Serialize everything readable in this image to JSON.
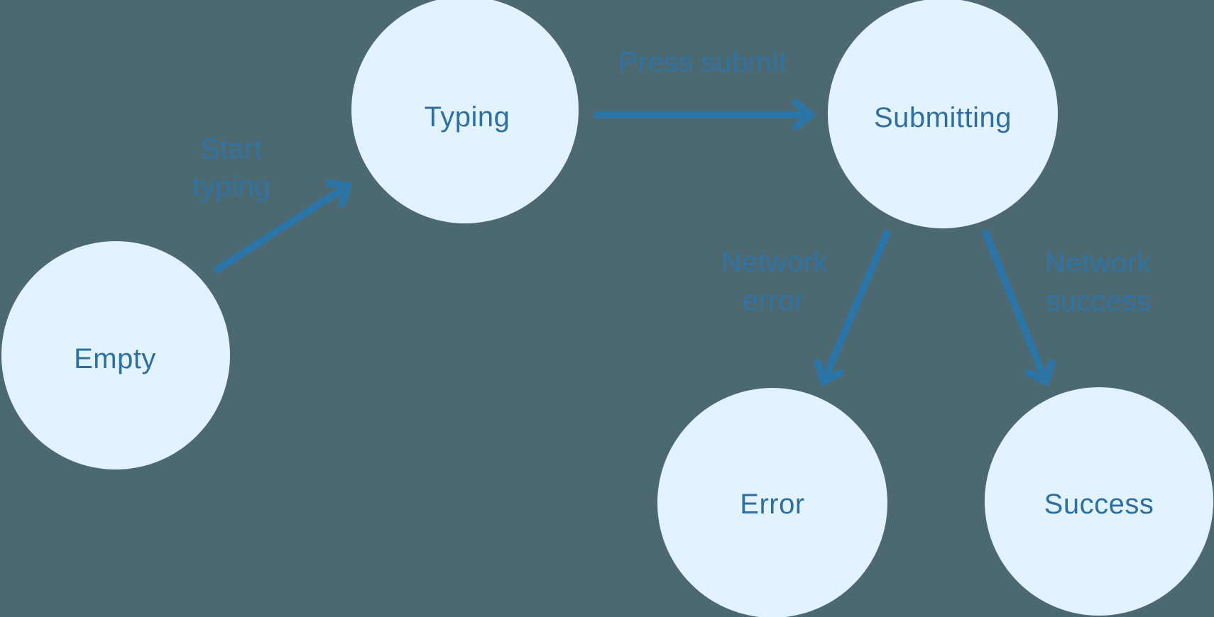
{
  "diagram": {
    "type": "state-machine",
    "nodes": [
      {
        "id": "empty",
        "label": "Empty"
      },
      {
        "id": "typing",
        "label": "Typing"
      },
      {
        "id": "submitting",
        "label": "Submitting"
      },
      {
        "id": "error",
        "label": "Error"
      },
      {
        "id": "success",
        "label": "Success"
      }
    ],
    "edges": [
      {
        "from": "empty",
        "to": "typing",
        "label": "Start typing",
        "label_lines": [
          "Start",
          "typing"
        ]
      },
      {
        "from": "typing",
        "to": "submitting",
        "label": "Press submit",
        "label_lines": [
          "Press submit"
        ]
      },
      {
        "from": "submitting",
        "to": "error",
        "label": "Network error",
        "label_lines": [
          "Network",
          "error"
        ]
      },
      {
        "from": "submitting",
        "to": "success",
        "label": "Network success",
        "label_lines": [
          "Network",
          "success"
        ]
      }
    ],
    "colors": {
      "background": "#4C6971",
      "node_fill": "#E2F3FD",
      "node_text": "#2E6F9E",
      "arrow": "#2C75A8",
      "edge_label": "#2F74A4"
    }
  }
}
